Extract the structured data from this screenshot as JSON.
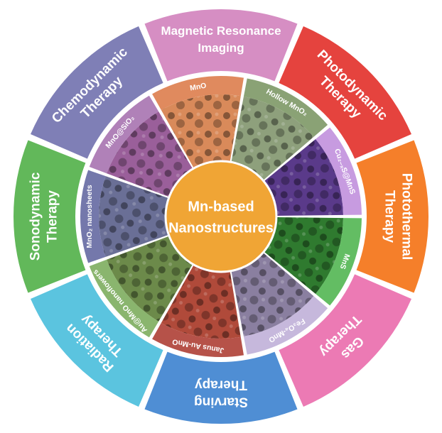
{
  "center": {
    "line1": "Mn-based",
    "line2": "Nanostructures",
    "color": "#f0a535"
  },
  "therapies": [
    {
      "id": "mri",
      "lines": [
        "Magnetic Resonance",
        "Imaging"
      ],
      "color": "#d68ec3"
    },
    {
      "id": "pdt",
      "lines": [
        "Photodynamic",
        "Therapy"
      ],
      "color": "#e5433e"
    },
    {
      "id": "ptt",
      "lines": [
        "Photothermal",
        "Therapy"
      ],
      "color": "#f57f2a"
    },
    {
      "id": "gas",
      "lines": [
        "Gas",
        "Therapy"
      ],
      "color": "#ec7ab4"
    },
    {
      "id": "starv",
      "lines": [
        "Starving",
        "Therapy"
      ],
      "color": "#4f8ed4"
    },
    {
      "id": "rad",
      "lines": [
        "Radiation",
        "Therapy"
      ],
      "color": "#5bc4df"
    },
    {
      "id": "sono",
      "lines": [
        "Sonodynamic",
        "Therapy"
      ],
      "color": "#62b85a"
    },
    {
      "id": "cdt",
      "lines": [
        "Chemodynamic",
        "Therapy"
      ],
      "color": "#7f7fb6"
    }
  ],
  "materials": [
    {
      "id": "mno",
      "label": "MnO",
      "img": "#d98a5a",
      "band": "#e08a5e"
    },
    {
      "id": "hollow",
      "label": "Hollow MnO₂",
      "img": "#8ea07c",
      "band": "#8aa275"
    },
    {
      "id": "cus",
      "label": "Cu₂₋ₓS@MnS",
      "img": "#5a3a8a",
      "band": "#c79be0"
    },
    {
      "id": "mns",
      "label": "MnS",
      "img": "#2f7a2f",
      "band": "#63bd63"
    },
    {
      "id": "feo",
      "label": "Fe₃O₄-MnO",
      "img": "#8a7fa0",
      "band": "#c6b8dc"
    },
    {
      "id": "janus",
      "label": "Janus Au-MnO",
      "img": "#b04a3a",
      "band": "#b65249"
    },
    {
      "id": "aumno",
      "label": "Au@MnO nanoflowers",
      "img": "#6c8a4a",
      "band": "#8ab56e"
    },
    {
      "id": "nanosheets",
      "label": "MnO₂ nanosheets",
      "img": "#6a6f96",
      "band": "#7478ab"
    },
    {
      "id": "sio2",
      "label": "MnO@SiO₂",
      "img": "#9a5f9a",
      "band": "#b081b8"
    }
  ]
}
